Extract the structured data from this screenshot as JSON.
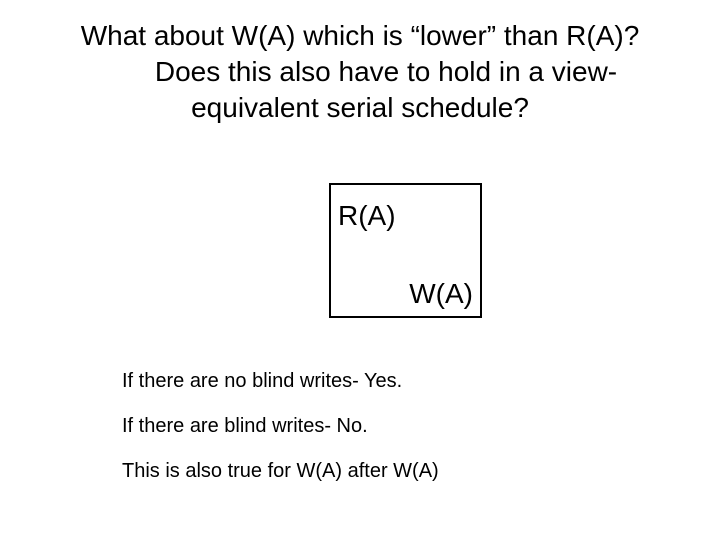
{
  "slide": {
    "title": {
      "lines": [
        "What about W(A) which is “lower” than R(A)?",
        "Does this also have to hold in a view-",
        "equivalent serial schedule?"
      ]
    },
    "diagram": {
      "read_label": "R(A)",
      "write_label": "W(A)"
    },
    "notes": {
      "lines": [
        "If there are no blind writes- Yes.",
        "If there are blind writes- No.",
        "This is also true for W(A) after W(A)"
      ]
    },
    "colors": {
      "background": "#ffffff",
      "text": "#000000",
      "box_border": "#000000"
    }
  }
}
